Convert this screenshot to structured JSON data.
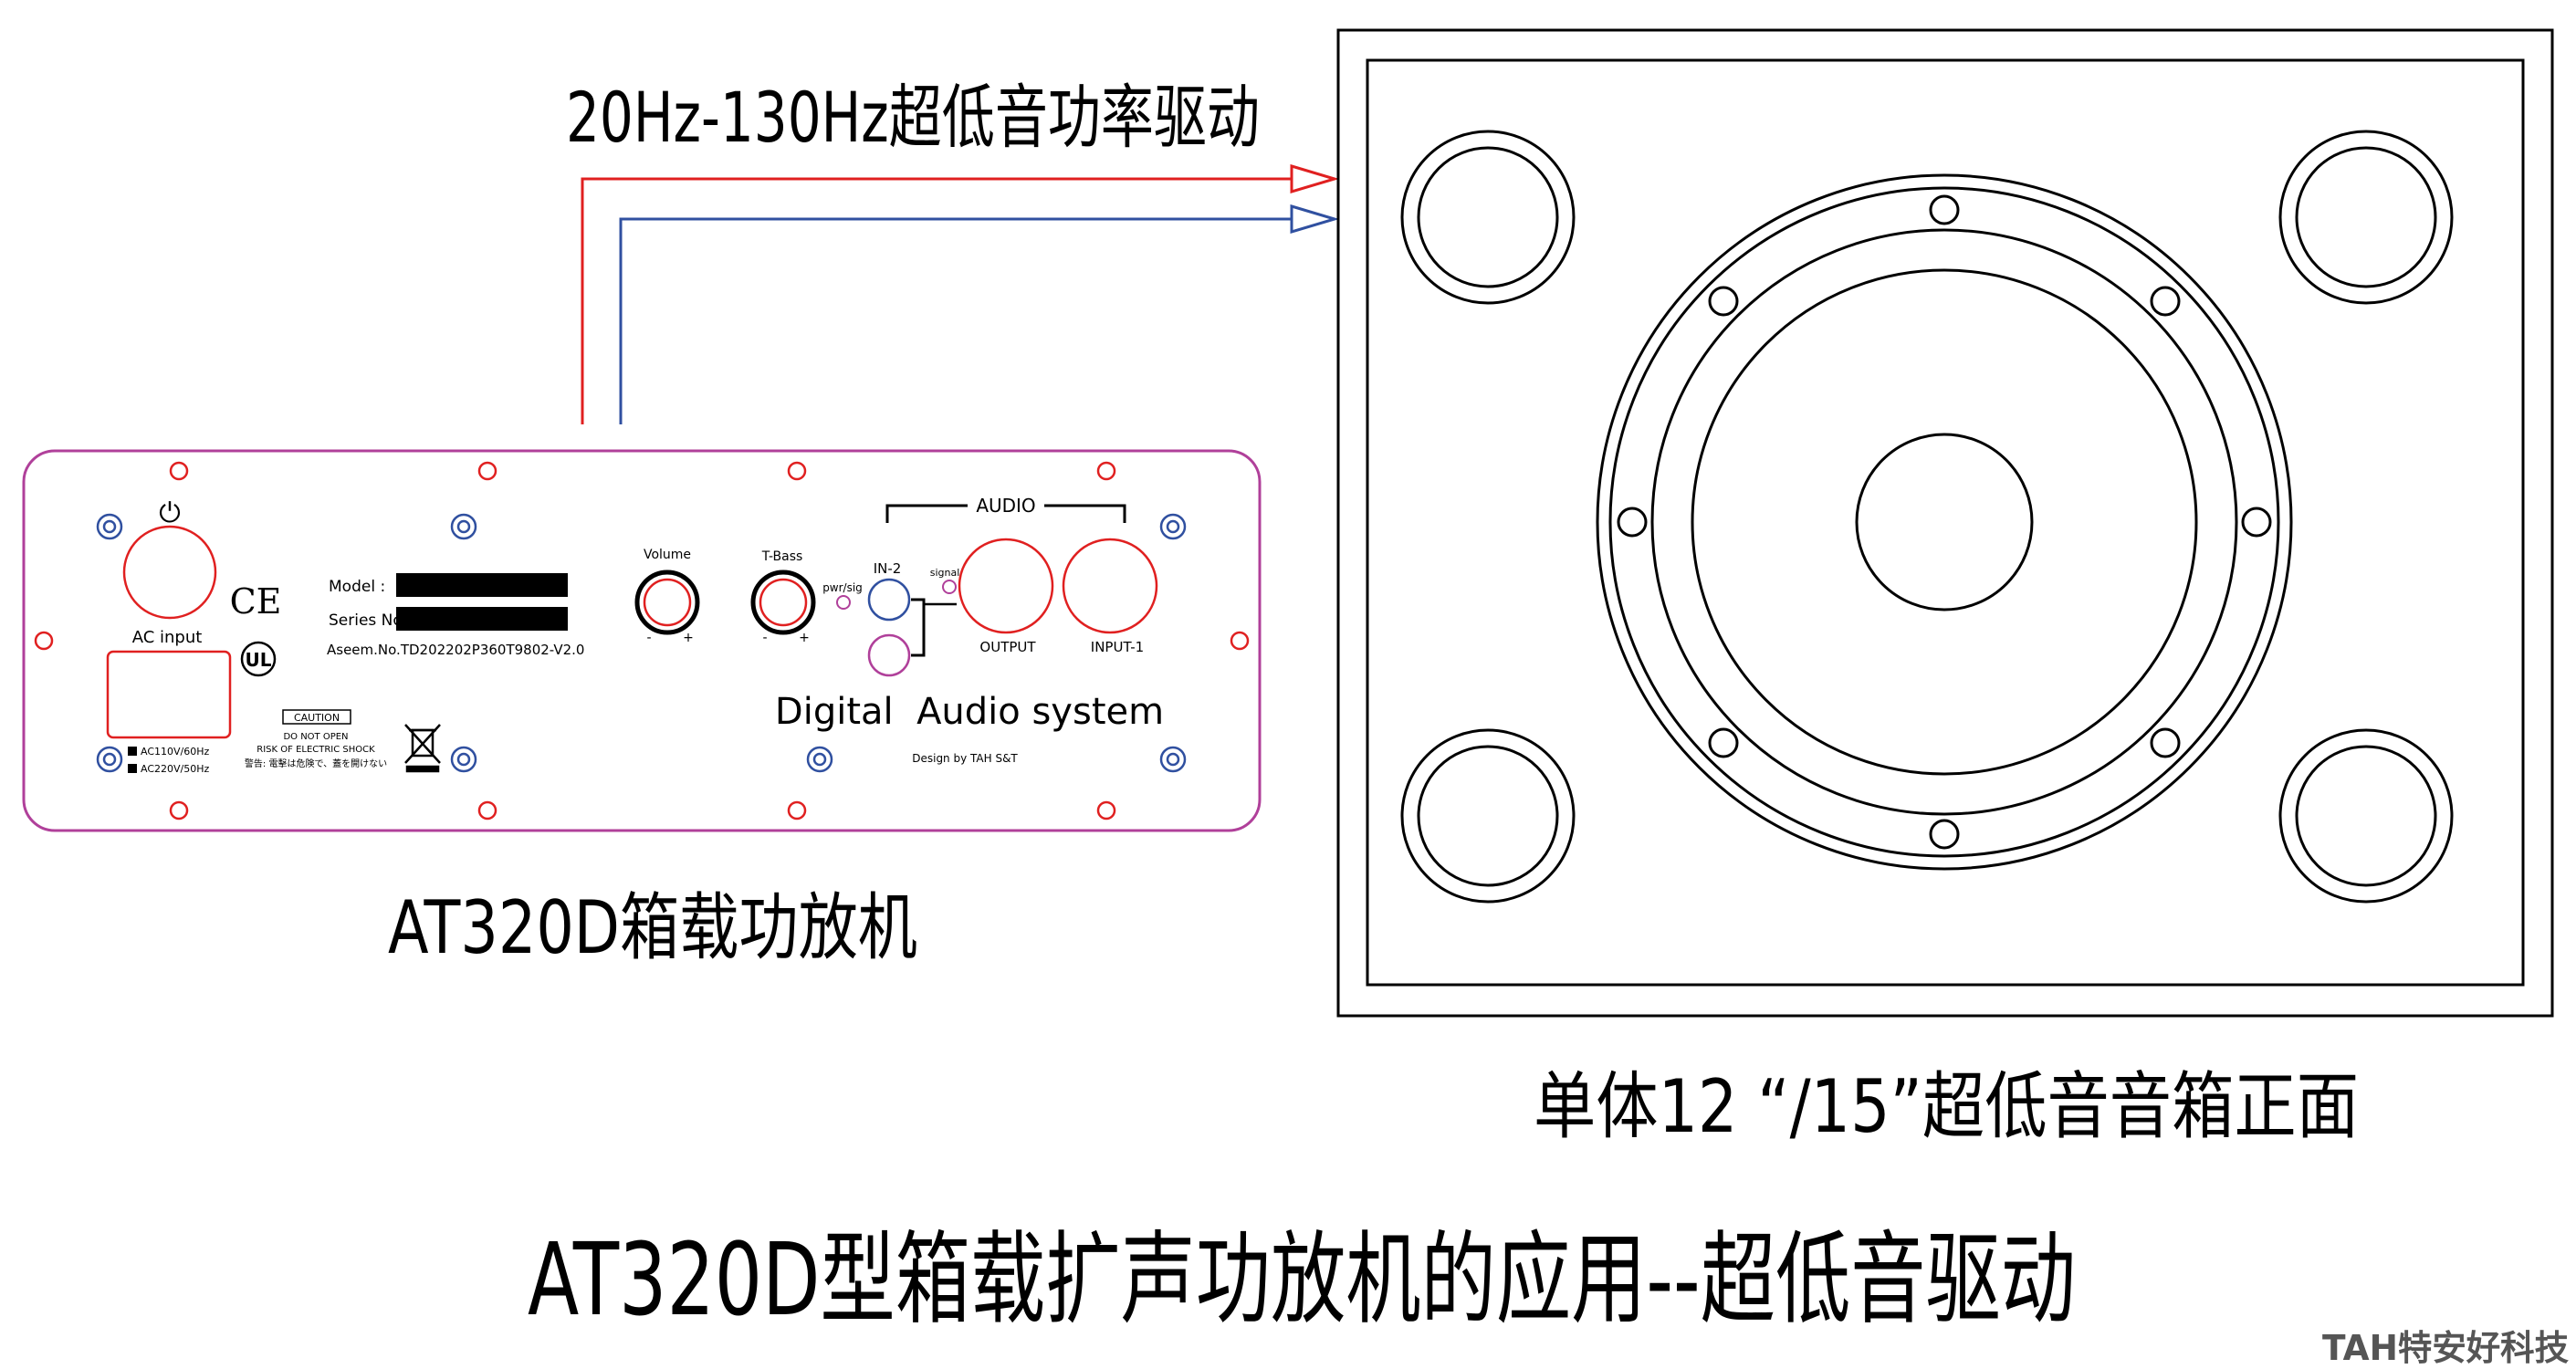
{
  "colors": {
    "panel_border": "#b0409a",
    "screw_red": "#e02020",
    "screw_blue": "#3050a0",
    "wire_red": "#e02020",
    "wire_blue": "#3050a0",
    "line": "#000000",
    "label_bg": "#000000",
    "watermark": "#555555"
  },
  "signal_label": "20Hz-130Hz超低音功率驱动",
  "amp_caption": "AT320D箱载功放机",
  "speaker_caption": "单体12 “/15”超低音音箱正面",
  "main_title": "AT320D型箱载扩声功放机的应用--超低音驱动",
  "watermark": "TAH特安好科技",
  "panel": {
    "power_symbol": "⏻",
    "ac_input": "AC input",
    "ce_mark": "CE",
    "ul_mark": "UL",
    "model_label": "Model :",
    "series_label": "Series No.",
    "aseem": "Aseem.No.TD202202P360T9802-V2.0",
    "caution_title": "CAUTION",
    "caution_line1": "DO NOT OPEN",
    "caution_line2": "RISK OF ELECTRIC SHOCK",
    "caution_line3": "警告: 電擊は危険で、蓋を開けない",
    "voltage1": "AC110V/60Hz",
    "voltage2": "AC220V/50Hz",
    "volume_label": "Volume",
    "tbass_label": "T-Bass",
    "minus": "-",
    "plus": "+",
    "pwr_sig": "pwr/sig",
    "in2": "IN-2",
    "signal": "signal",
    "audio": "AUDIO",
    "output": "OUTPUT",
    "input1": "INPUT-1",
    "system_name": "Digital  Audio system",
    "design_by": "Design by TAH S&T"
  }
}
